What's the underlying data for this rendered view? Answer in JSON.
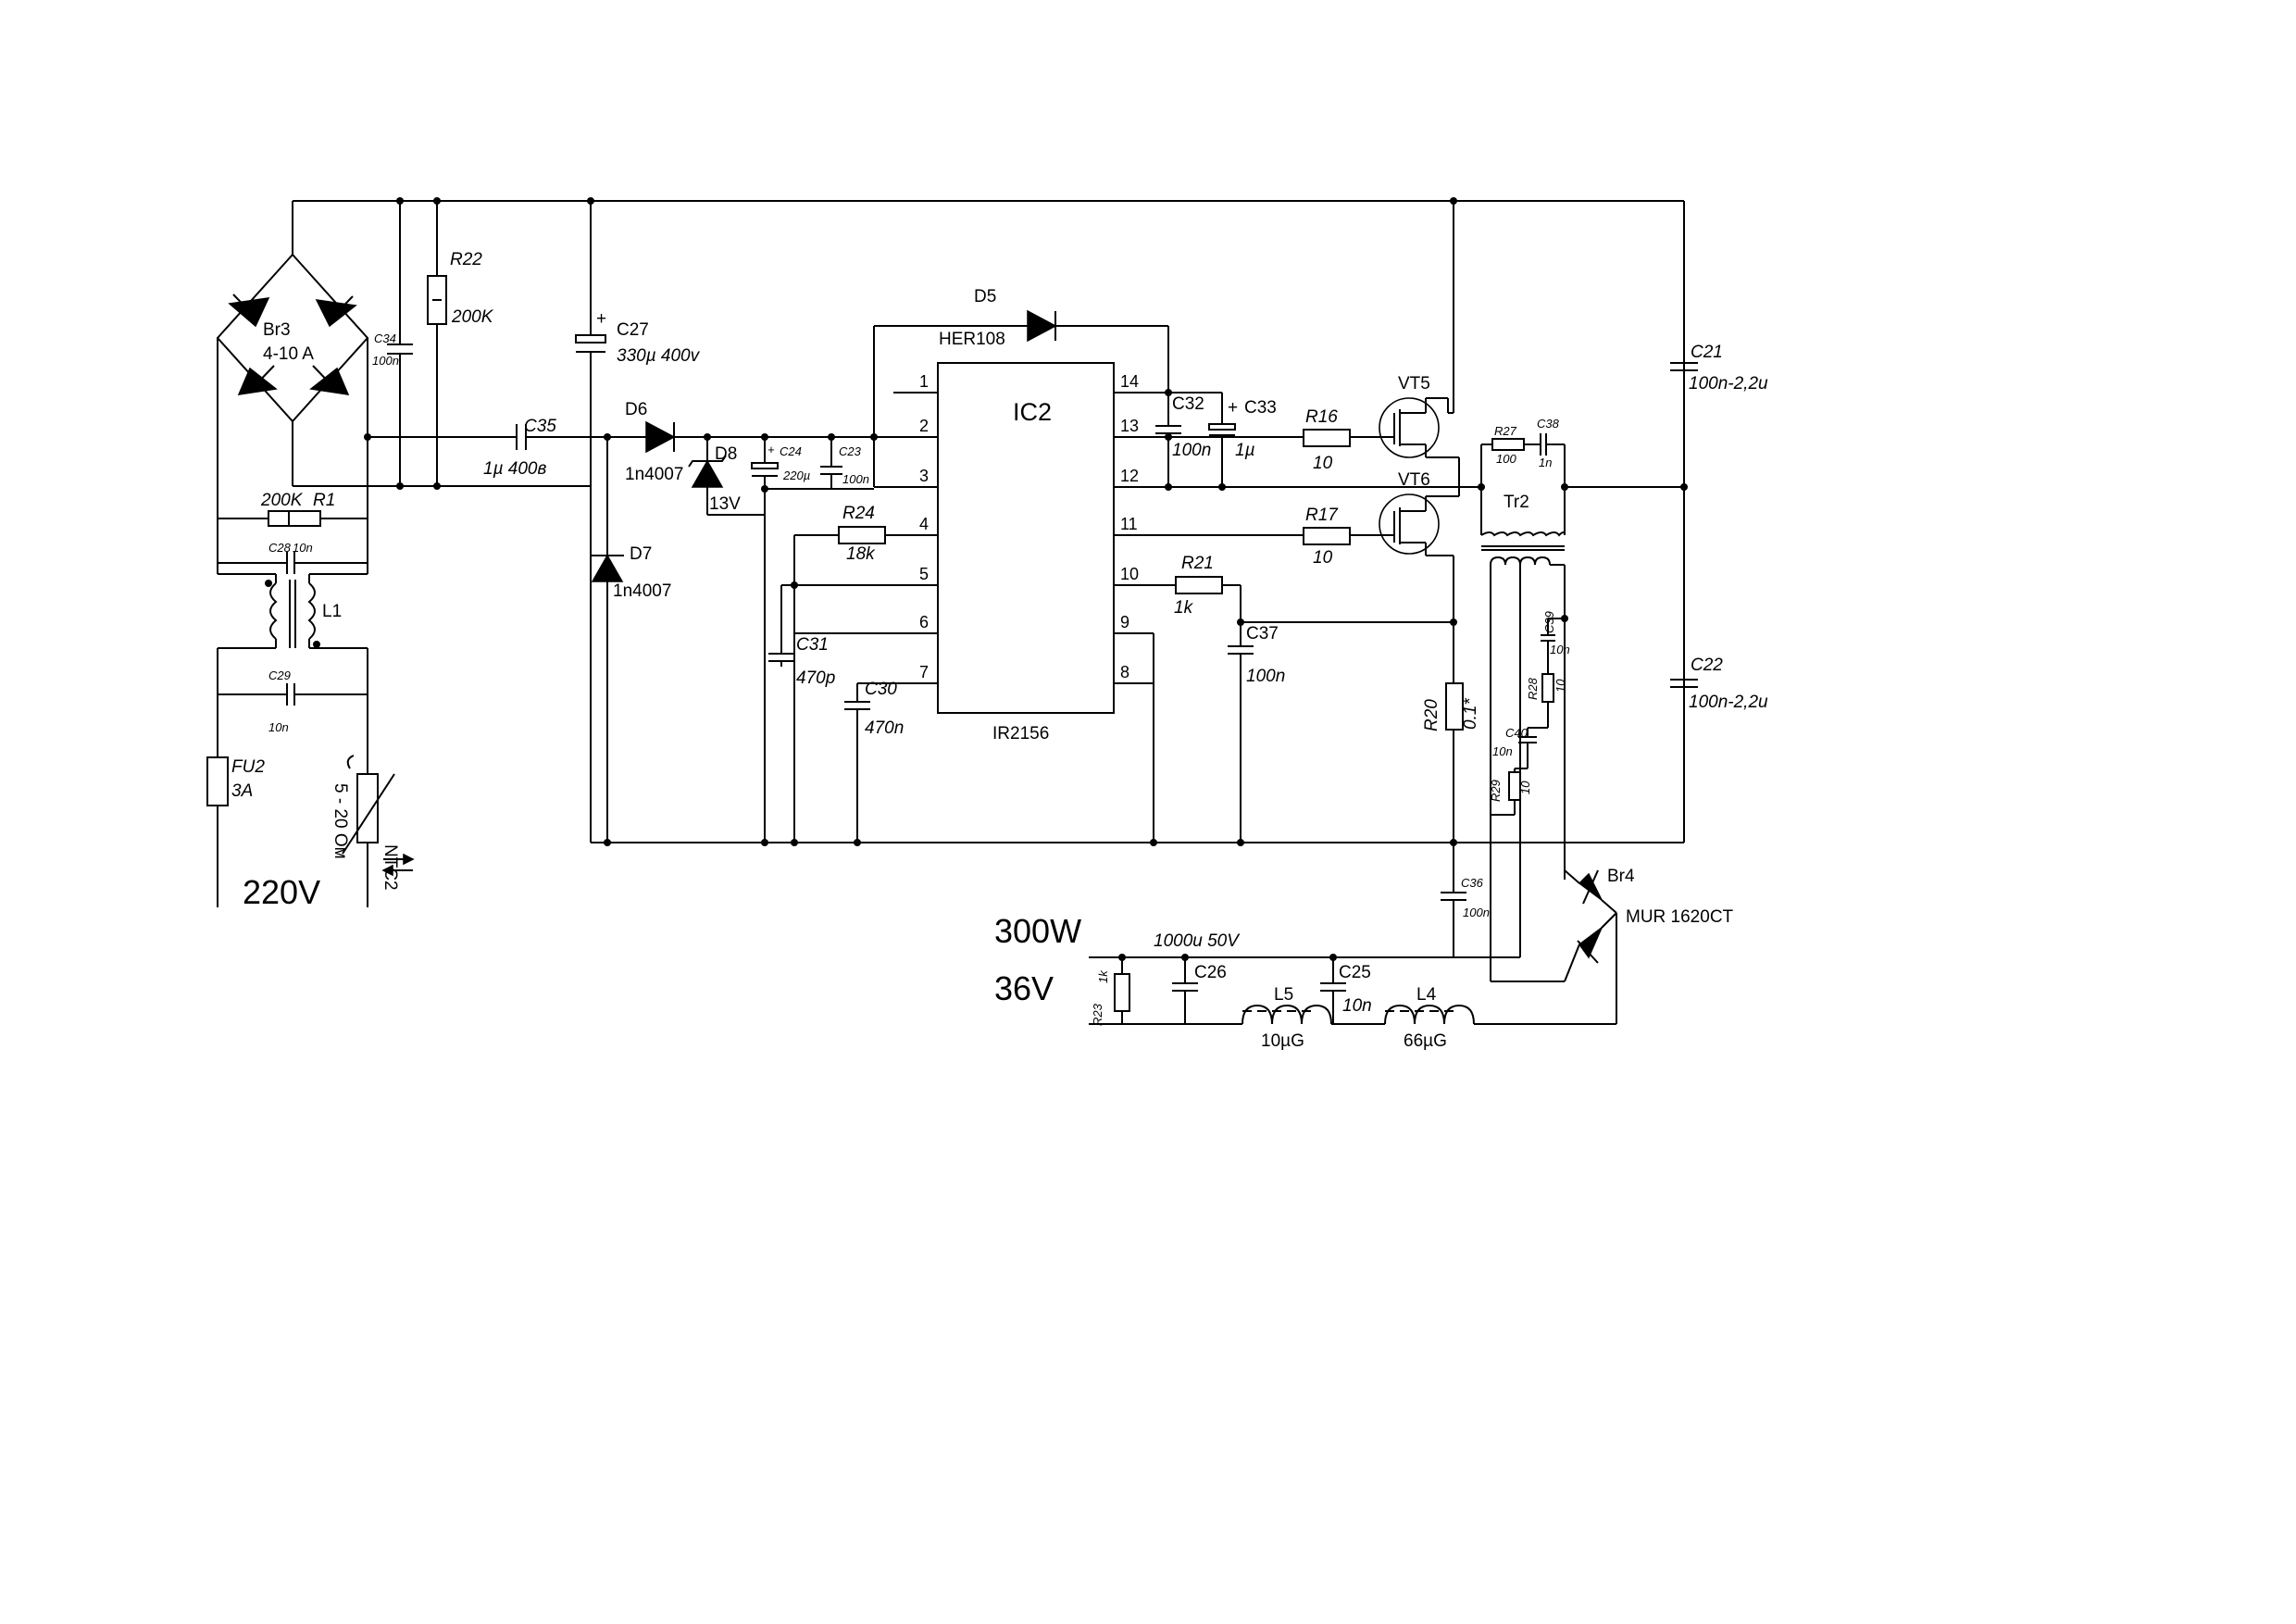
{
  "labels": {
    "br3": "Br3",
    "br3_rating": "4-10 A",
    "c34": "C34",
    "c34_val": "100n",
    "r22": "R22",
    "r22_val": "200K",
    "c27": "C27",
    "c27_val": "330µ 400v",
    "c35": "C35",
    "c35_val": "1µ 400в",
    "d6": "D6",
    "d6_val": "1n4007",
    "d8": "D8",
    "d8_val": "13V",
    "c24": "C24",
    "c24_val": "220µ",
    "c23": "C23",
    "c23_val": "100n",
    "d5": "D5",
    "d5_val": "HER108",
    "ic2": "IC2",
    "ic2_part": "IR2156",
    "c32": "C32",
    "c32_val": "100n",
    "c33": "C33",
    "c33_val": "1µ",
    "r16": "R16",
    "r16_val": "10",
    "r17": "R17",
    "r17_val": "10",
    "vt5": "VT5",
    "vt6": "VT6",
    "r27": "R27",
    "r27_val": "100",
    "c38": "C38",
    "c38_val": "1n",
    "tr2": "Tr2",
    "c21": "C21",
    "c21_val": "100n-2,2u",
    "c22": "C22",
    "c22_val": "100n-2,2u",
    "r1_val": "200K",
    "r1": "R1",
    "c28": "C28",
    "c28_val": "10n",
    "l1": "L1",
    "c29": "C29",
    "c29_val": "10n",
    "fu2": "FU2",
    "fu2_val": "3A",
    "ntc2": "NTC2",
    "ntc2_val": "5 - 20 Ом",
    "mains": "220V",
    "d7": "D7",
    "d7_val": "1n4007",
    "r24": "R24",
    "r24_val": "18k",
    "c31": "C31",
    "c31_val": "470p",
    "c30": "C30",
    "c30_val": "470n",
    "r21": "R21",
    "r21_val": "1k",
    "c37": "C37",
    "c37_val": "100n",
    "r20": "R20",
    "r20_val": "0.1*",
    "c39": "C39",
    "c39_val": "10n",
    "r28": "R28",
    "r28_val": "10",
    "c40": "C40",
    "c40_val": "10n",
    "r29": "R29",
    "r29_val": "10",
    "c36": "C36",
    "c36_val": "100n",
    "br4": "Br4",
    "br4_part": "MUR 1620CT",
    "power": "300W",
    "vout": "36V",
    "cap_rating": "1000u 50V",
    "r23": "R23",
    "r23_val": "1k",
    "c26": "C26",
    "c25": "C25",
    "c25_val": "10n",
    "l5": "L5",
    "l5_val": "10µG",
    "l4": "L4",
    "l4_val": "66µG"
  },
  "ic2_pins_left": [
    "1",
    "2",
    "3",
    "4",
    "5",
    "6",
    "7"
  ],
  "ic2_pins_right": [
    "14",
    "13",
    "12",
    "11",
    "10",
    "9",
    "8"
  ],
  "polarity_mark": "+"
}
